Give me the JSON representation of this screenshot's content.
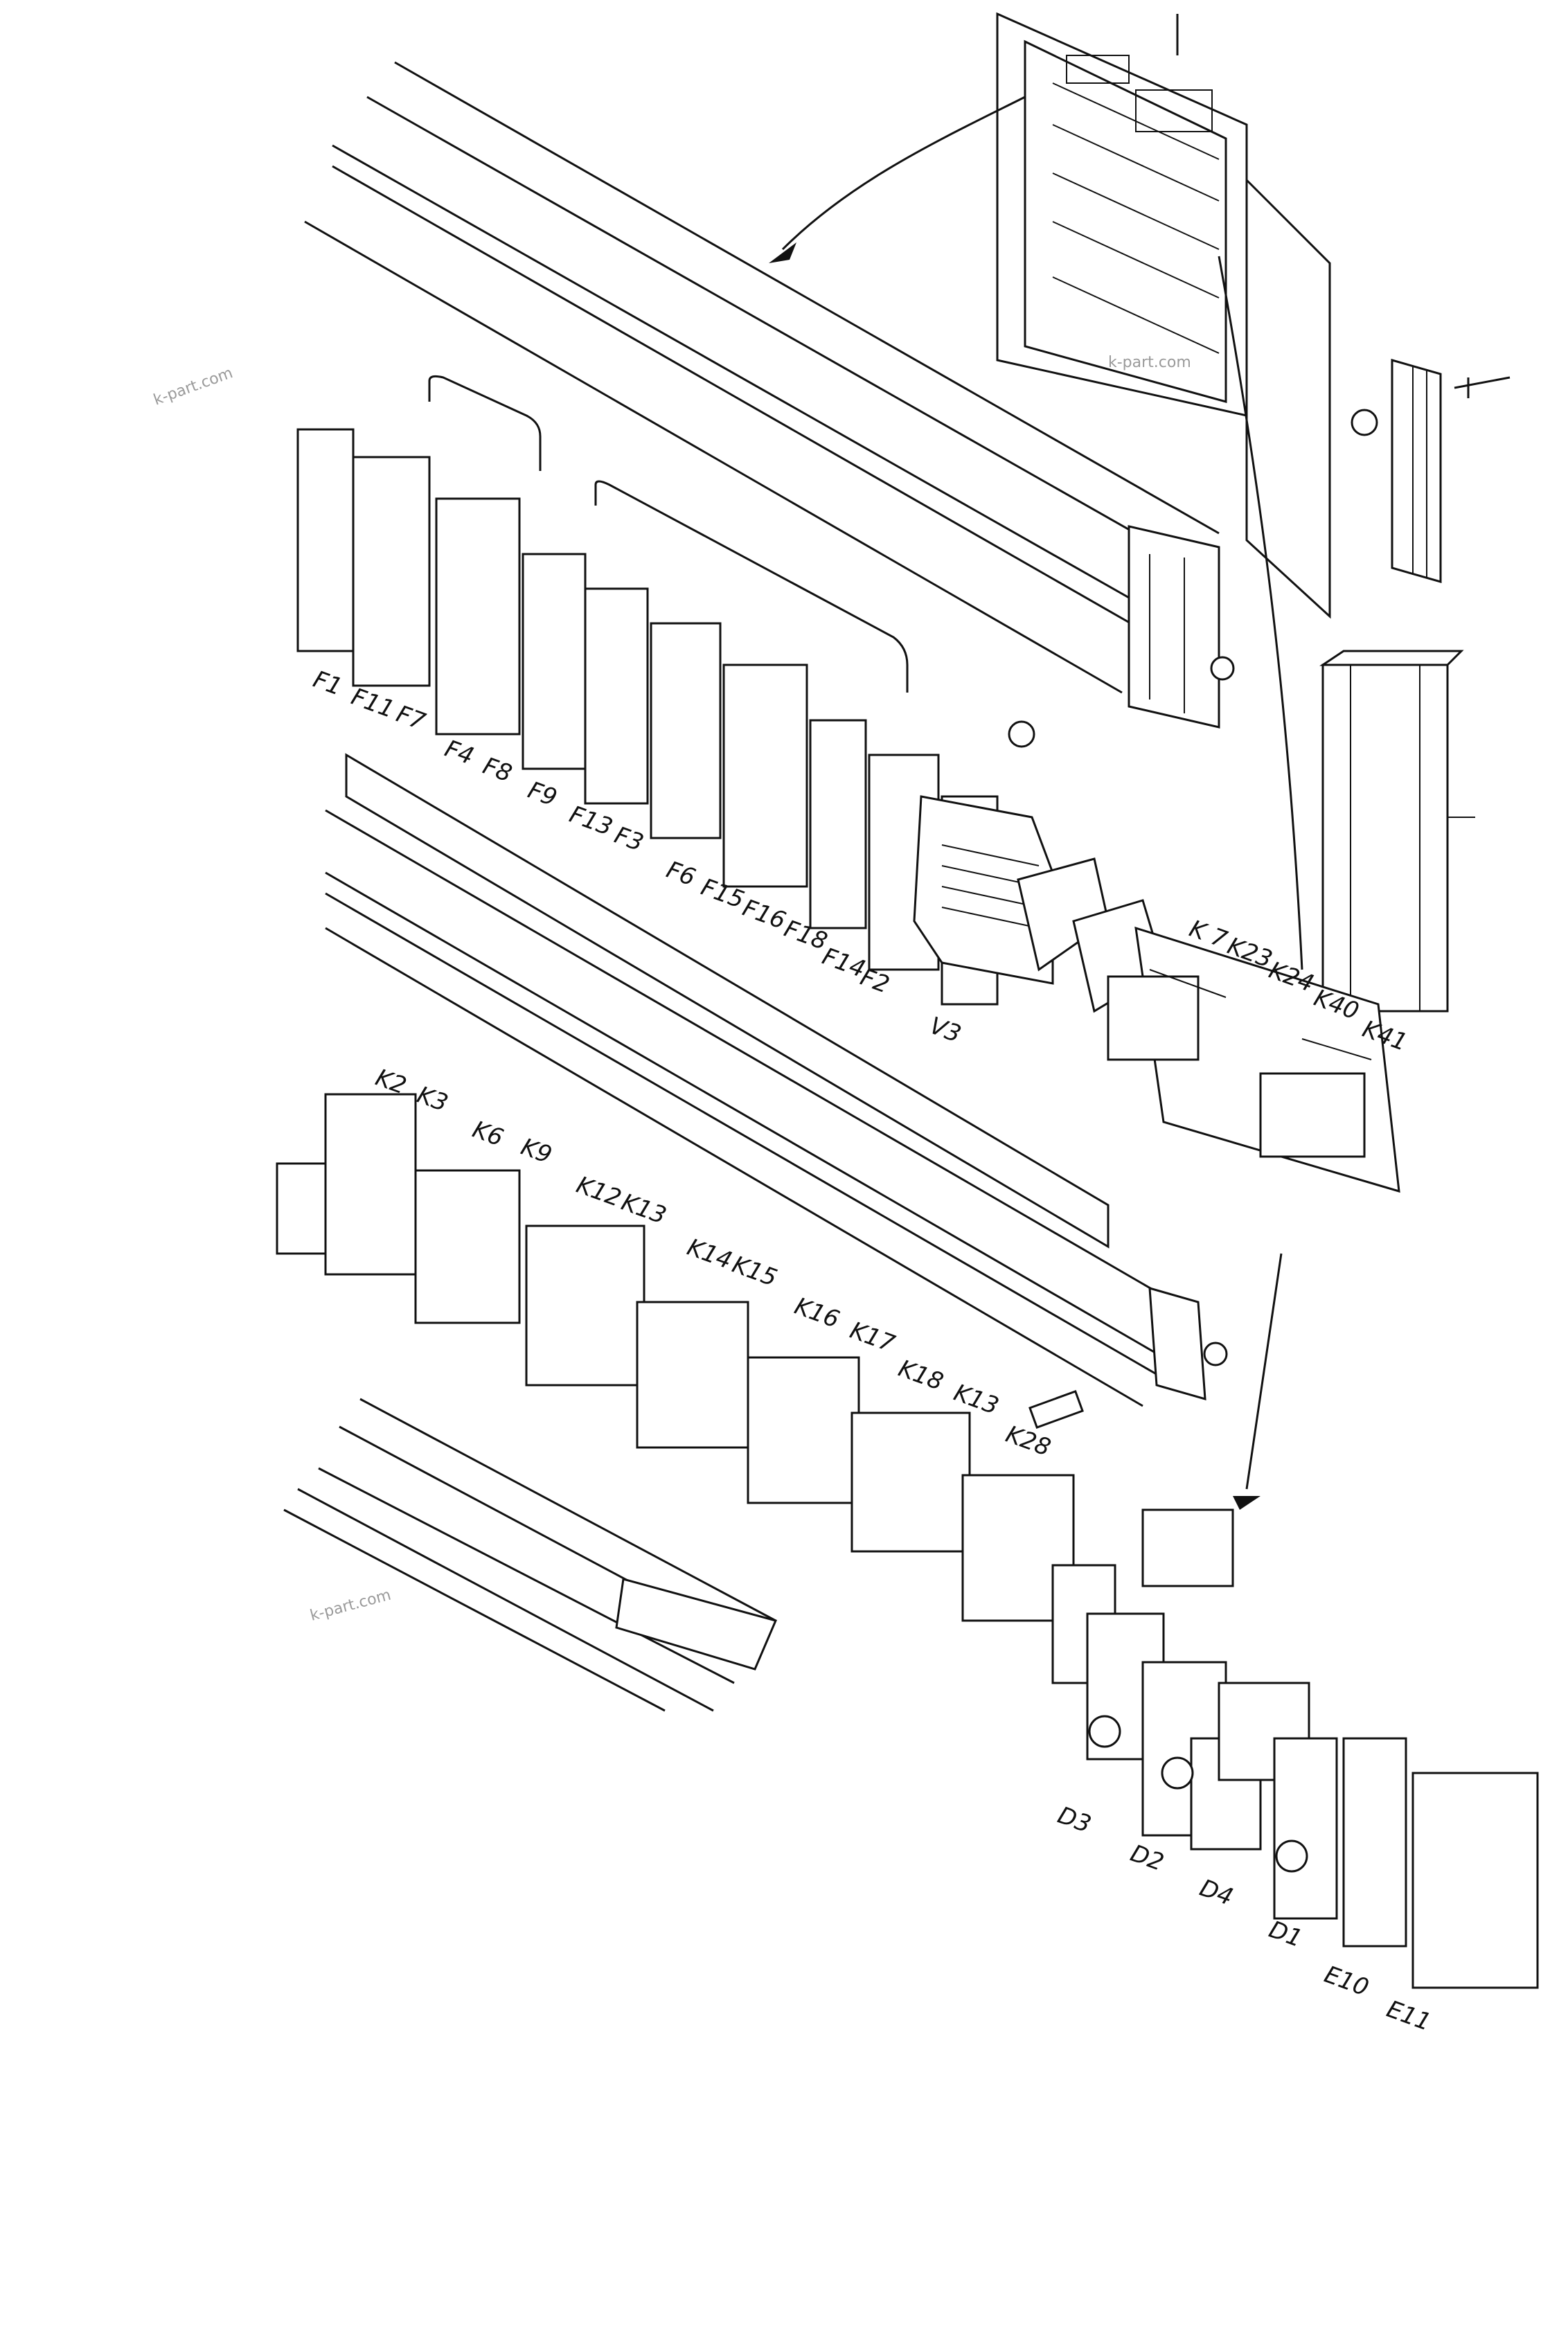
{
  "labels": {
    "breakers": [
      "F1",
      "F11",
      "F7",
      "F4",
      "F8",
      "F9",
      "F13",
      "F3",
      "F6",
      "F15",
      "F16",
      "F18",
      "F14",
      "F2"
    ],
    "v3": "V3",
    "relays_top": [
      "K 7",
      "K23",
      "K24",
      "K40",
      "K41"
    ],
    "relays_row": [
      "K2",
      "K3",
      "K6",
      "K9",
      "K12",
      "K13",
      "K14",
      "K15",
      "K16",
      "K17",
      "K18",
      "K13",
      "K28"
    ],
    "modules": [
      "D3",
      "D2",
      "D4",
      "D1",
      "E10",
      "E11"
    ]
  },
  "watermarks": [
    "k-part.com",
    "k-part.com",
    "k-part.com"
  ]
}
